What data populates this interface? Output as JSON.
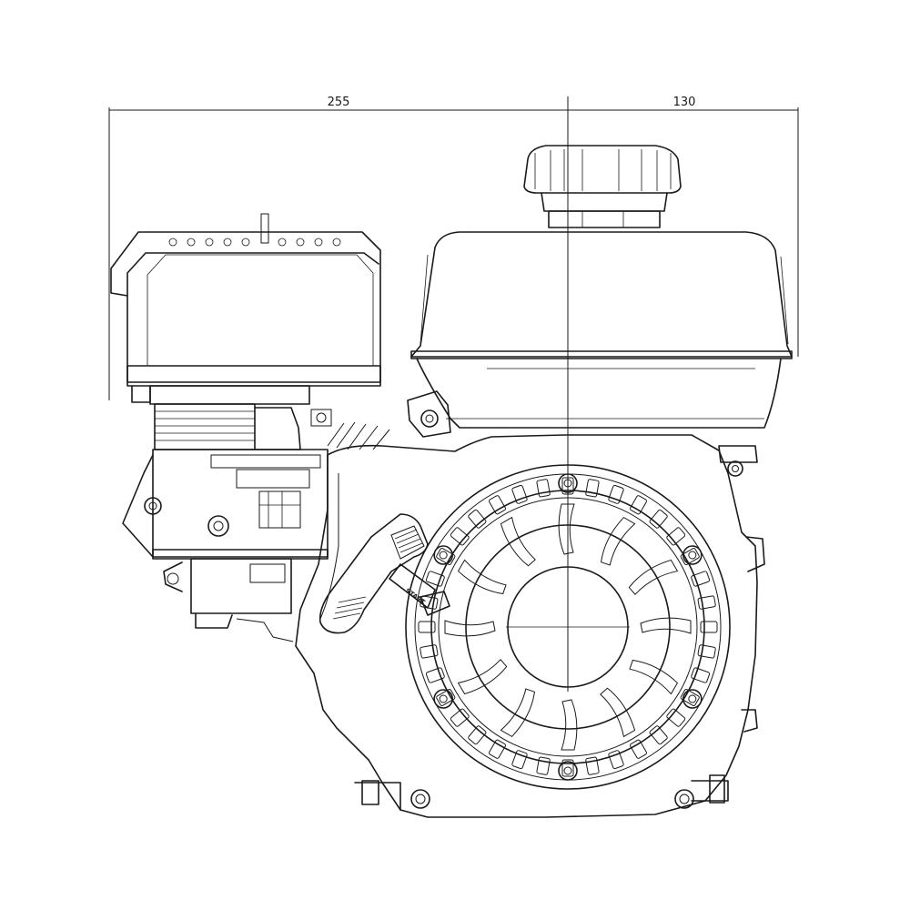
{
  "dimensions": {
    "left": "255",
    "right": "130"
  },
  "labels": {
    "start": "START"
  }
}
